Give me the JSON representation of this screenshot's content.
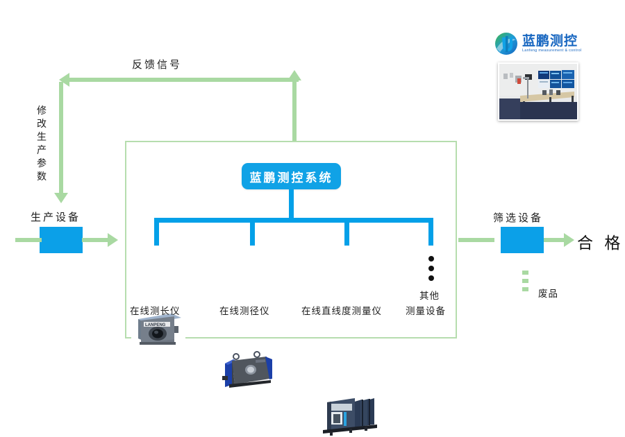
{
  "brand": {
    "logo_cn": "蓝鹏测控",
    "logo_en": "Lanfeng measurement & control",
    "photo_alt": "control-room-monitor-wall"
  },
  "colors": {
    "green": "#a9d9a2",
    "blue": "#0ba0e8",
    "button_blue": "#10a2e6",
    "border_green": "#b6ddae",
    "text": "#1d1d1d"
  },
  "flow": {
    "feedback_label": "反馈信号",
    "modify_params_label": "修改生产参数",
    "production_equipment_label": "生产设备",
    "screening_equipment_label": "筛选设备",
    "qualified_label": "合 格",
    "waste_label": "废品"
  },
  "system": {
    "button_label": "蓝鹏测控系统",
    "devices": [
      {
        "label": "在线测长仪",
        "image": "online-length-gauge"
      },
      {
        "label": "在线测径仪",
        "image": "online-diameter-gauge"
      },
      {
        "label": "在线直线度测量仪",
        "image": "online-straightness-gauge"
      },
      {
        "label_line1": "其他",
        "label_line2": "测量设备",
        "image": "ellipsis-dots"
      }
    ]
  }
}
